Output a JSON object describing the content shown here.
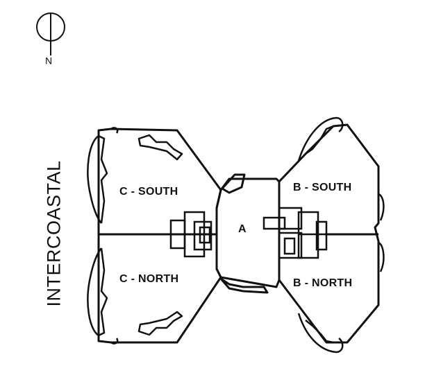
{
  "compass": {
    "north_letter": "N",
    "icon": "north-arrow-icon"
  },
  "waterway_label": "INTERCOASTAL",
  "units": {
    "c_south": "C - SOUTH",
    "c_north": "C - NORTH",
    "a": "A",
    "b_south": "B - SOUTH",
    "b_north": "B - NORTH"
  },
  "colors": {
    "line": "#111111",
    "background": "#ffffff"
  }
}
